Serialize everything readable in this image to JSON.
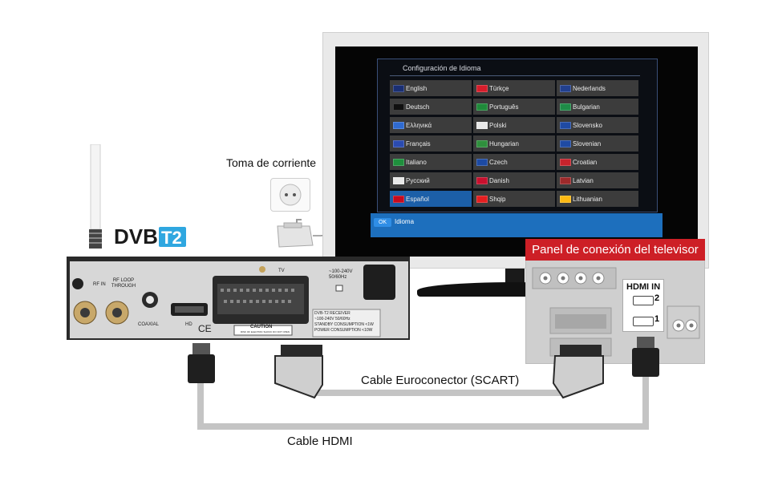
{
  "labels": {
    "power_outlet": "Toma de corriente",
    "tv_panel": "Panel de conexión del televisor",
    "scart_cable": "Cable Euroconector (SCART)",
    "hdmi_cable": "Cable HDMI",
    "dvb_logo": "DVB T2"
  },
  "menu": {
    "title": "Configuración de Idioma",
    "bottom_ok": "OK",
    "bottom_label": "Idioma",
    "languages": [
      [
        "English",
        "Türkçe",
        "Nederlands"
      ],
      [
        "Deutsch",
        "Português",
        "Bulgarian"
      ],
      [
        "Ελληνικά",
        "Polski",
        "Slovensko"
      ],
      [
        "Français",
        "Hungarian",
        "Slovenian"
      ],
      [
        "Italiano",
        "Czech",
        "Croatian"
      ],
      [
        "Русский",
        "Danish",
        "Latvian"
      ],
      [
        "Español",
        "Shqip",
        "Lithuanian"
      ]
    ],
    "selected": "Español"
  },
  "tv_panel": {
    "hdmi_in": "HDMI IN",
    "port_2": "2",
    "port_1": "1"
  },
  "receiver": {
    "rf_in": "RF IN",
    "rf_loop": "RF LOOP THROUGH",
    "coaxial": "COAXIAL",
    "hd": "HD",
    "tv": "TV",
    "power_spec": "~100-240V 50/60Hz",
    "model_label": "DVB-T2 RECEIVER",
    "label_line2": "~100-240V 50/60Hz",
    "label_line3": "STANDBY CONSUMPTION <1W",
    "label_line4": "POWER CONSUMPTION <10W",
    "caution": "CAUTION",
    "caution_sub": "RISK OF ELECTRIC SHOCK DO NOT OPEN"
  },
  "colors": {
    "panel_header": "#cd1f26",
    "menu_selected": "#1c5fa8",
    "bar": "#1d6fbd",
    "cable": "#c4c4c4"
  }
}
